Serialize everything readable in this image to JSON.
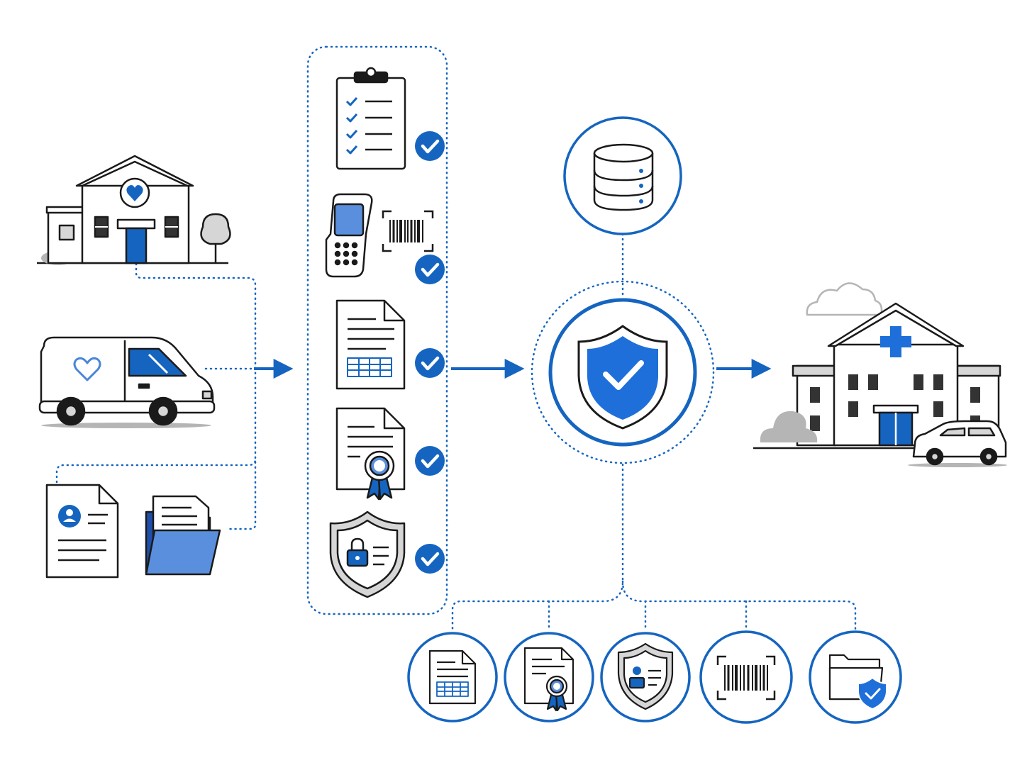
{
  "colors": {
    "accent": "#1565C0",
    "accent_fill": "#1E6FD9",
    "accent_light": "#4A86D8",
    "ink": "#1a1a1a",
    "gray": "#b5b5b5",
    "gray_light": "#d6d6d6",
    "white": "#ffffff"
  },
  "sources": {
    "items": [
      {
        "id": "clinic",
        "icon": "clinic-building-icon"
      },
      {
        "id": "van",
        "icon": "delivery-van-icon"
      },
      {
        "id": "documents",
        "icon": "patient-record-and-folder-icon"
      }
    ]
  },
  "verification_steps": {
    "items": [
      {
        "icon": "checklist-clipboard-icon",
        "status_icon": "check-badge-icon"
      },
      {
        "icon": "barcode-scanner-icon",
        "status_icon": "check-badge-icon"
      },
      {
        "icon": "spreadsheet-document-icon",
        "status_icon": "check-badge-icon"
      },
      {
        "icon": "certificate-document-icon",
        "status_icon": "check-badge-icon"
      },
      {
        "icon": "security-shield-id-icon",
        "status_icon": "check-badge-icon"
      }
    ]
  },
  "hub": {
    "icon": "verified-shield-icon",
    "database_icon": "database-icon"
  },
  "destination": {
    "icon": "hospital-building-icon"
  },
  "outputs": {
    "items": [
      {
        "icon": "spreadsheet-document-icon"
      },
      {
        "icon": "certificate-document-icon"
      },
      {
        "icon": "security-shield-id-icon"
      },
      {
        "icon": "barcode-icon"
      },
      {
        "icon": "secure-folder-icon"
      }
    ]
  }
}
